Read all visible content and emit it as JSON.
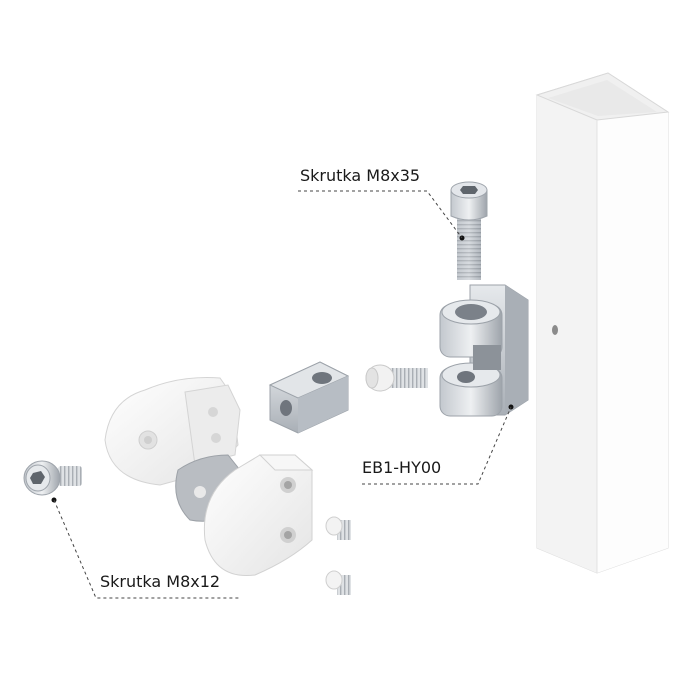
{
  "labels": {
    "screw_top": "Skrutka M8x35",
    "part_code": "EB1-HY00",
    "screw_bottom": "Skrutka M8x12"
  },
  "colors": {
    "post_face": "#fbfbfb",
    "post_side": "#eaeaea",
    "metal_light": "#d9dde2",
    "metal_mid": "#b7bdc4",
    "metal_dark": "#8b9199",
    "white_part": "#f4f4f4",
    "dashed_line": "#444444"
  }
}
